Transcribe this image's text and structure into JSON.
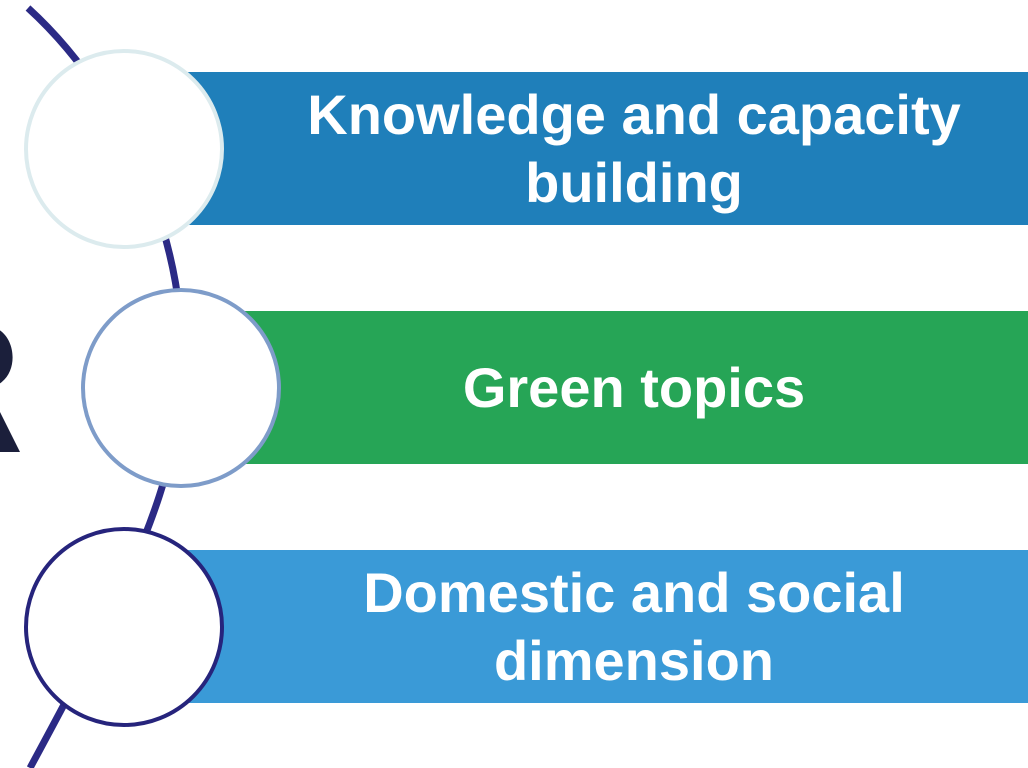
{
  "diagram": {
    "items": [
      {
        "label": "Knowledge and capacity\nbuilding",
        "color": "#1f7fba"
      },
      {
        "label": "Green topics",
        "color": "#26a556"
      },
      {
        "label": "Domestic and social\ndimension",
        "color": "#3a9ad7"
      }
    ],
    "curve_color": "#2b2a85"
  }
}
